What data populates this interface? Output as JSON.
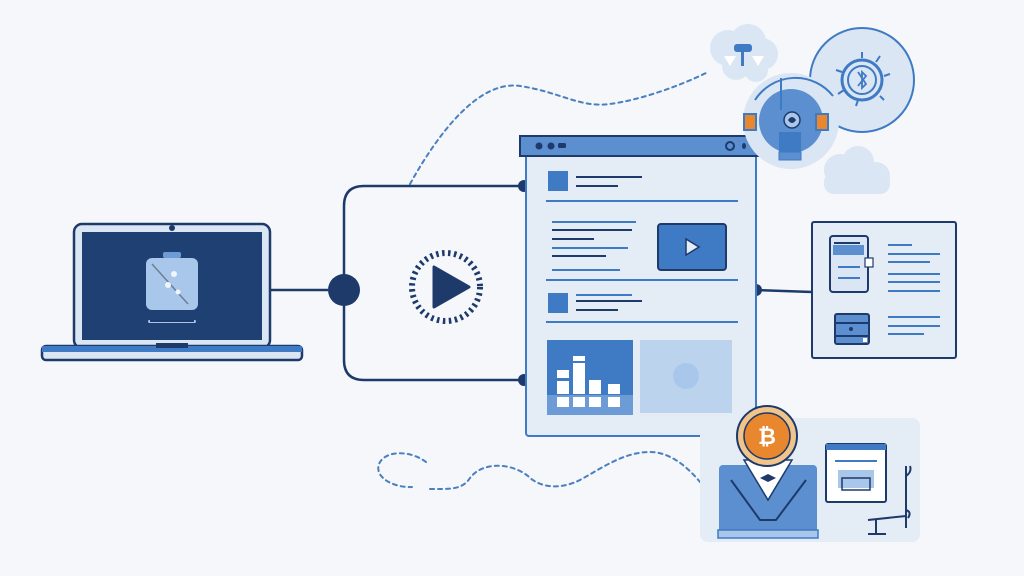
{
  "diagram": {
    "title": "",
    "description": "Workflow illustration: laptop connects via branching connector to a media node, feeding a web page window; the page links to a document card, a crypto/user panel, and a cloud of service icons.",
    "colors": {
      "background": "#f5f7fa",
      "navy": "#1e3a6b",
      "primary": "#3f7ac4",
      "mid_blue": "#5b8fd0",
      "light_blue": "#a9c7ea",
      "pale_blue": "#dbe6f4",
      "panel": "#e4ecf6",
      "accent_orange": "#e8872e",
      "skin": "#f0c48a",
      "dashed": "#4a7fc0"
    },
    "nodes": [
      {
        "id": "laptop",
        "label": "",
        "icon": "briefcase-icon"
      },
      {
        "id": "junction",
        "label": ""
      },
      {
        "id": "media",
        "label": "",
        "icon": "play-icon"
      },
      {
        "id": "webpage",
        "label": "",
        "icon": "browser-window-icon"
      },
      {
        "id": "document-card",
        "label": "",
        "icon": "document-icon"
      },
      {
        "id": "user-panel",
        "label": "",
        "icon": "bitcoin-icon"
      },
      {
        "id": "services-cluster",
        "label": "",
        "icon": "cloud-icon"
      }
    ],
    "edges": [
      {
        "from": "laptop",
        "to": "junction",
        "style": "solid"
      },
      {
        "from": "junction",
        "to": "webpage",
        "style": "solid",
        "branch": "top"
      },
      {
        "from": "junction",
        "to": "webpage",
        "style": "solid",
        "branch": "bottom"
      },
      {
        "from": "webpage",
        "to": "document-card",
        "style": "solid"
      },
      {
        "from": "junction",
        "to": "services-cluster",
        "style": "dashed"
      },
      {
        "from": "user-panel",
        "to": "junction",
        "style": "dashed"
      }
    ],
    "webpage": {
      "window_controls": [
        "dot",
        "dot",
        "dash"
      ],
      "header_icons": [
        "user-icon",
        "pin-icon"
      ],
      "bar_chart": {
        "bars": 4,
        "heights_rel": [
          0.55,
          1.0,
          0.45,
          0.35
        ]
      }
    }
  }
}
